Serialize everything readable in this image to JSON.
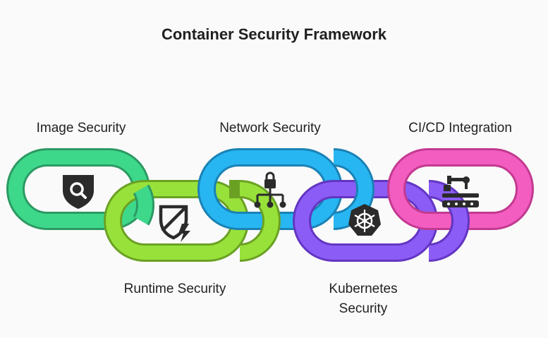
{
  "title": "Container Security Framework",
  "links": [
    {
      "label": "Image Security",
      "icon": "shield-search-icon",
      "color": "#3ed88b"
    },
    {
      "label": "Runtime Security",
      "icon": "shield-off-bolt-icon",
      "color": "#98e13a"
    },
    {
      "label": "Network Security",
      "icon": "lock-network-icon",
      "color": "#27b6f2"
    },
    {
      "label": "Kubernetes\nSecurity",
      "icon": "kubernetes-helm-icon",
      "color": "#8b5cf6"
    },
    {
      "label": "CI/CD Integration",
      "icon": "robot-arm-conveyor-icon",
      "color": "#f35dc0"
    }
  ]
}
